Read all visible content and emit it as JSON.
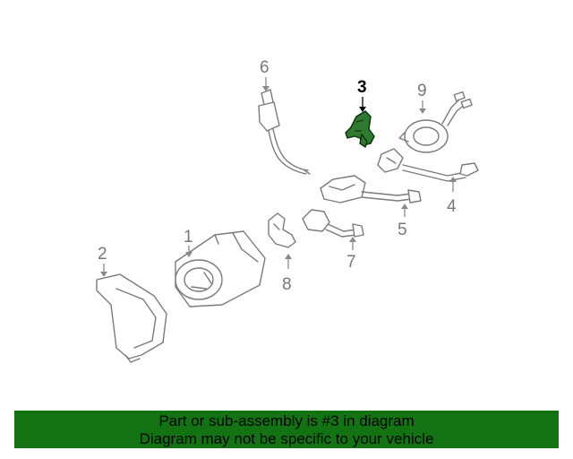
{
  "diagram": {
    "callouts": [
      {
        "id": "1",
        "label": "1"
      },
      {
        "id": "2",
        "label": "2"
      },
      {
        "id": "3",
        "label": "3",
        "highlighted": true
      },
      {
        "id": "4",
        "label": "4"
      },
      {
        "id": "5",
        "label": "5"
      },
      {
        "id": "6",
        "label": "6"
      },
      {
        "id": "7",
        "label": "7"
      },
      {
        "id": "8",
        "label": "8"
      },
      {
        "id": "9",
        "label": "9"
      }
    ],
    "highlight_color": "#2f7a2f"
  },
  "banner": {
    "line1": "Part or sub-assembly is #3 in diagram",
    "line2": "Diagram may not be specific to your vehicle",
    "background": "#137313"
  }
}
